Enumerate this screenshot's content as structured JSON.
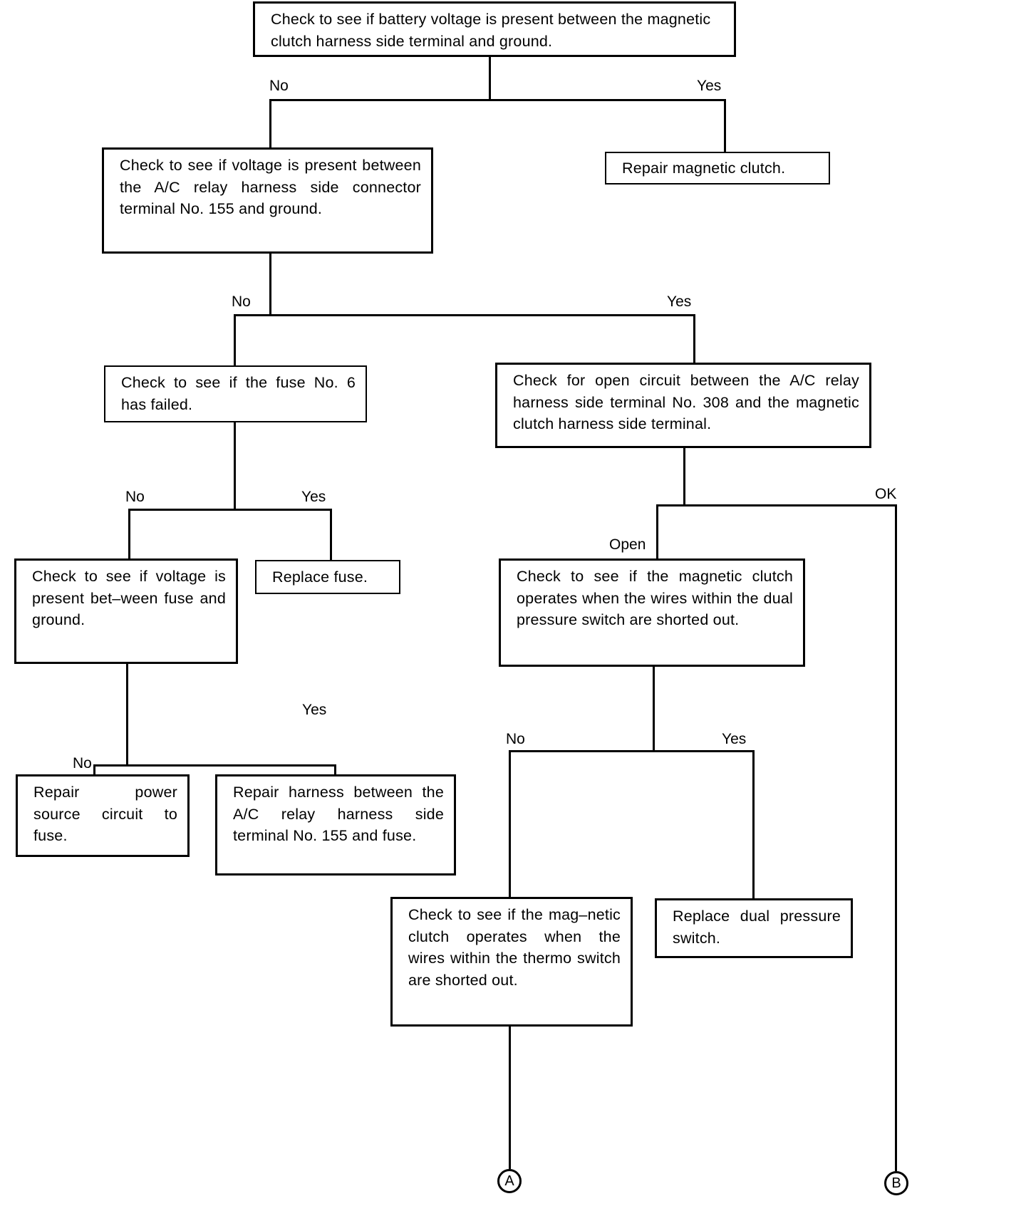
{
  "diagram": {
    "title": "A/C magnetic clutch troubleshooting flowchart",
    "type": "flowchart",
    "line_color": "#000000",
    "background_color": "#ffffff"
  },
  "nodes": {
    "n1": "Check to see if battery voltage is present between the magnetic clutch harness side terminal and ground.",
    "n2": "Repair magnetic clutch.",
    "n3": "Check to see if voltage is present between the A/C relay harness side connector terminal No. 155 and ground.",
    "n4": "Check to see if the fuse No. 6  has failed.",
    "n5": "Check for open circuit between the A/C relay harness side terminal No. 308 and the magnetic clutch harness side terminal.",
    "n6": "Check to see if voltage is present bet–ween fuse and ground.",
    "n7": "Replace fuse.",
    "n8": "Check to see if the magnetic clutch operates when the wires within the dual pressure switch are shorted out.",
    "n9": "Repair power source circuit to fuse.",
    "n10": "Repair harness between the A/C relay harness side terminal No. 155 and fuse.",
    "n11": "Check to see if the mag–netic clutch operates when the wires within the thermo switch are shorted out.",
    "n12": "Replace dual pressure switch."
  },
  "edge_labels": {
    "l1_no": "No",
    "l1_yes": "Yes",
    "l3_no": "No",
    "l3_yes": "Yes",
    "l4_no": "No",
    "l4_yes": "Yes",
    "l5_ok": "OK",
    "l5_open": "Open",
    "l6_no": "No",
    "l6_yes": "Yes",
    "l8_no": "No",
    "l8_yes": "Yes"
  },
  "terminals": {
    "a": "A",
    "b": "B"
  }
}
